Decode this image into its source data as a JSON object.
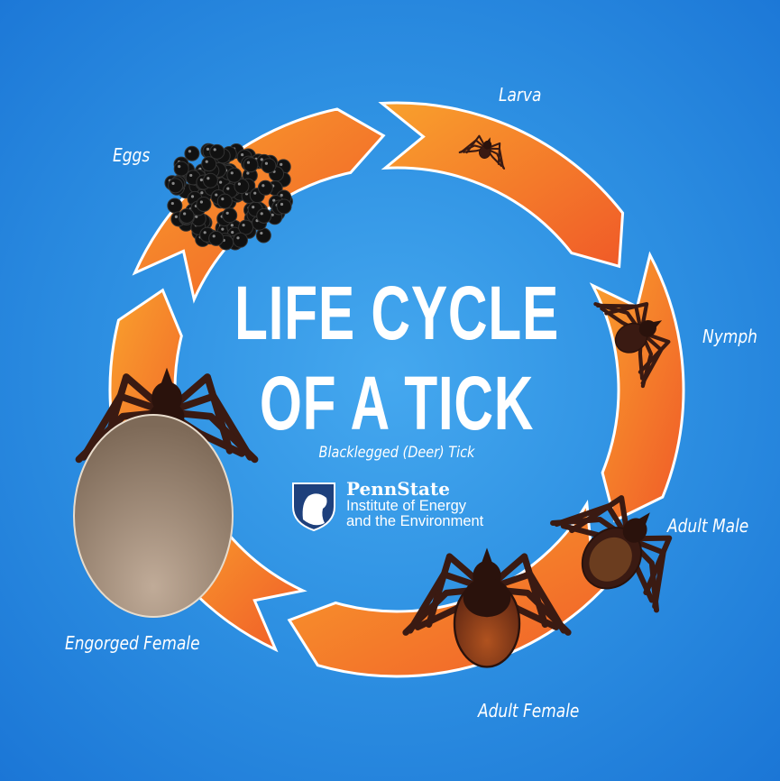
{
  "title": {
    "line1": "LIFE CYCLE",
    "line2": "OF A TICK"
  },
  "subtitle": "Blacklegged (Deer) Tick",
  "logo": {
    "name": "PennState",
    "line1": "Institute of Energy",
    "line2": "and the Environment",
    "icon": "nittany-lion-shield-icon"
  },
  "stages": [
    {
      "label": "Eggs",
      "icon": "egg-cluster-icon"
    },
    {
      "label": "Larva",
      "icon": "larva-tick-icon"
    },
    {
      "label": "Nymph",
      "icon": "nymph-tick-icon"
    },
    {
      "label": "Adult Male",
      "icon": "adult-male-tick-icon"
    },
    {
      "label": "Adult Female",
      "icon": "adult-female-tick-icon"
    },
    {
      "label": "Engorged Female",
      "icon": "engorged-female-tick-icon"
    }
  ],
  "colors": {
    "background": "#2f92e3",
    "arrow": "#f36b2a",
    "arrow_light": "#f7922c",
    "outline": "#ffffff",
    "tick_body": "#3a1a12",
    "engorged": "#9c8a78"
  }
}
